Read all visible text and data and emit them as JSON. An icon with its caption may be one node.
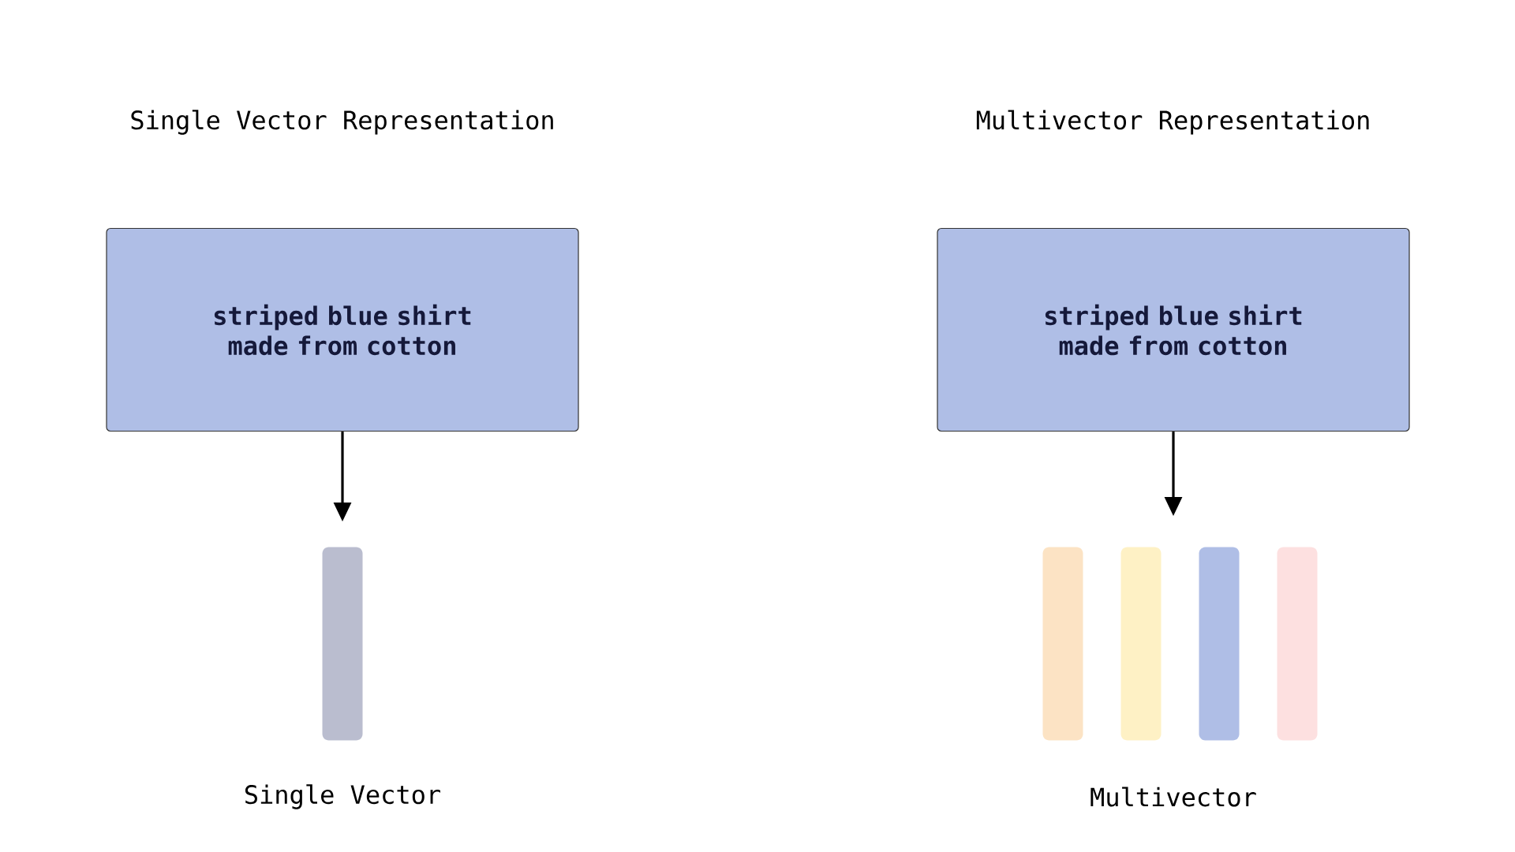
{
  "diagram": {
    "nodes": [
      {
        "text": [
          "striped blue shirt made from cotton"
        ]
      },
      {
        "text": [],
        "shape": "bar"
      },
      {
        "text": [
          "striped blue shirt made from cotton"
        ]
      },
      {
        "text": [],
        "shape": "bar"
      },
      {
        "text": [],
        "shape": "bar"
      },
      {
        "text": [],
        "shape": "bar"
      },
      {
        "text": [],
        "shape": "bar"
      }
    ],
    "edges": [
      {
        "from": 0,
        "to": 1,
        "arrow": "to"
      },
      {
        "from": 2,
        "to": null,
        "arrow": "to"
      }
    ],
    "labels": [
      "Single Vector Representation",
      "Multivector Representation",
      "Single Vector",
      "Multivector"
    ]
  }
}
